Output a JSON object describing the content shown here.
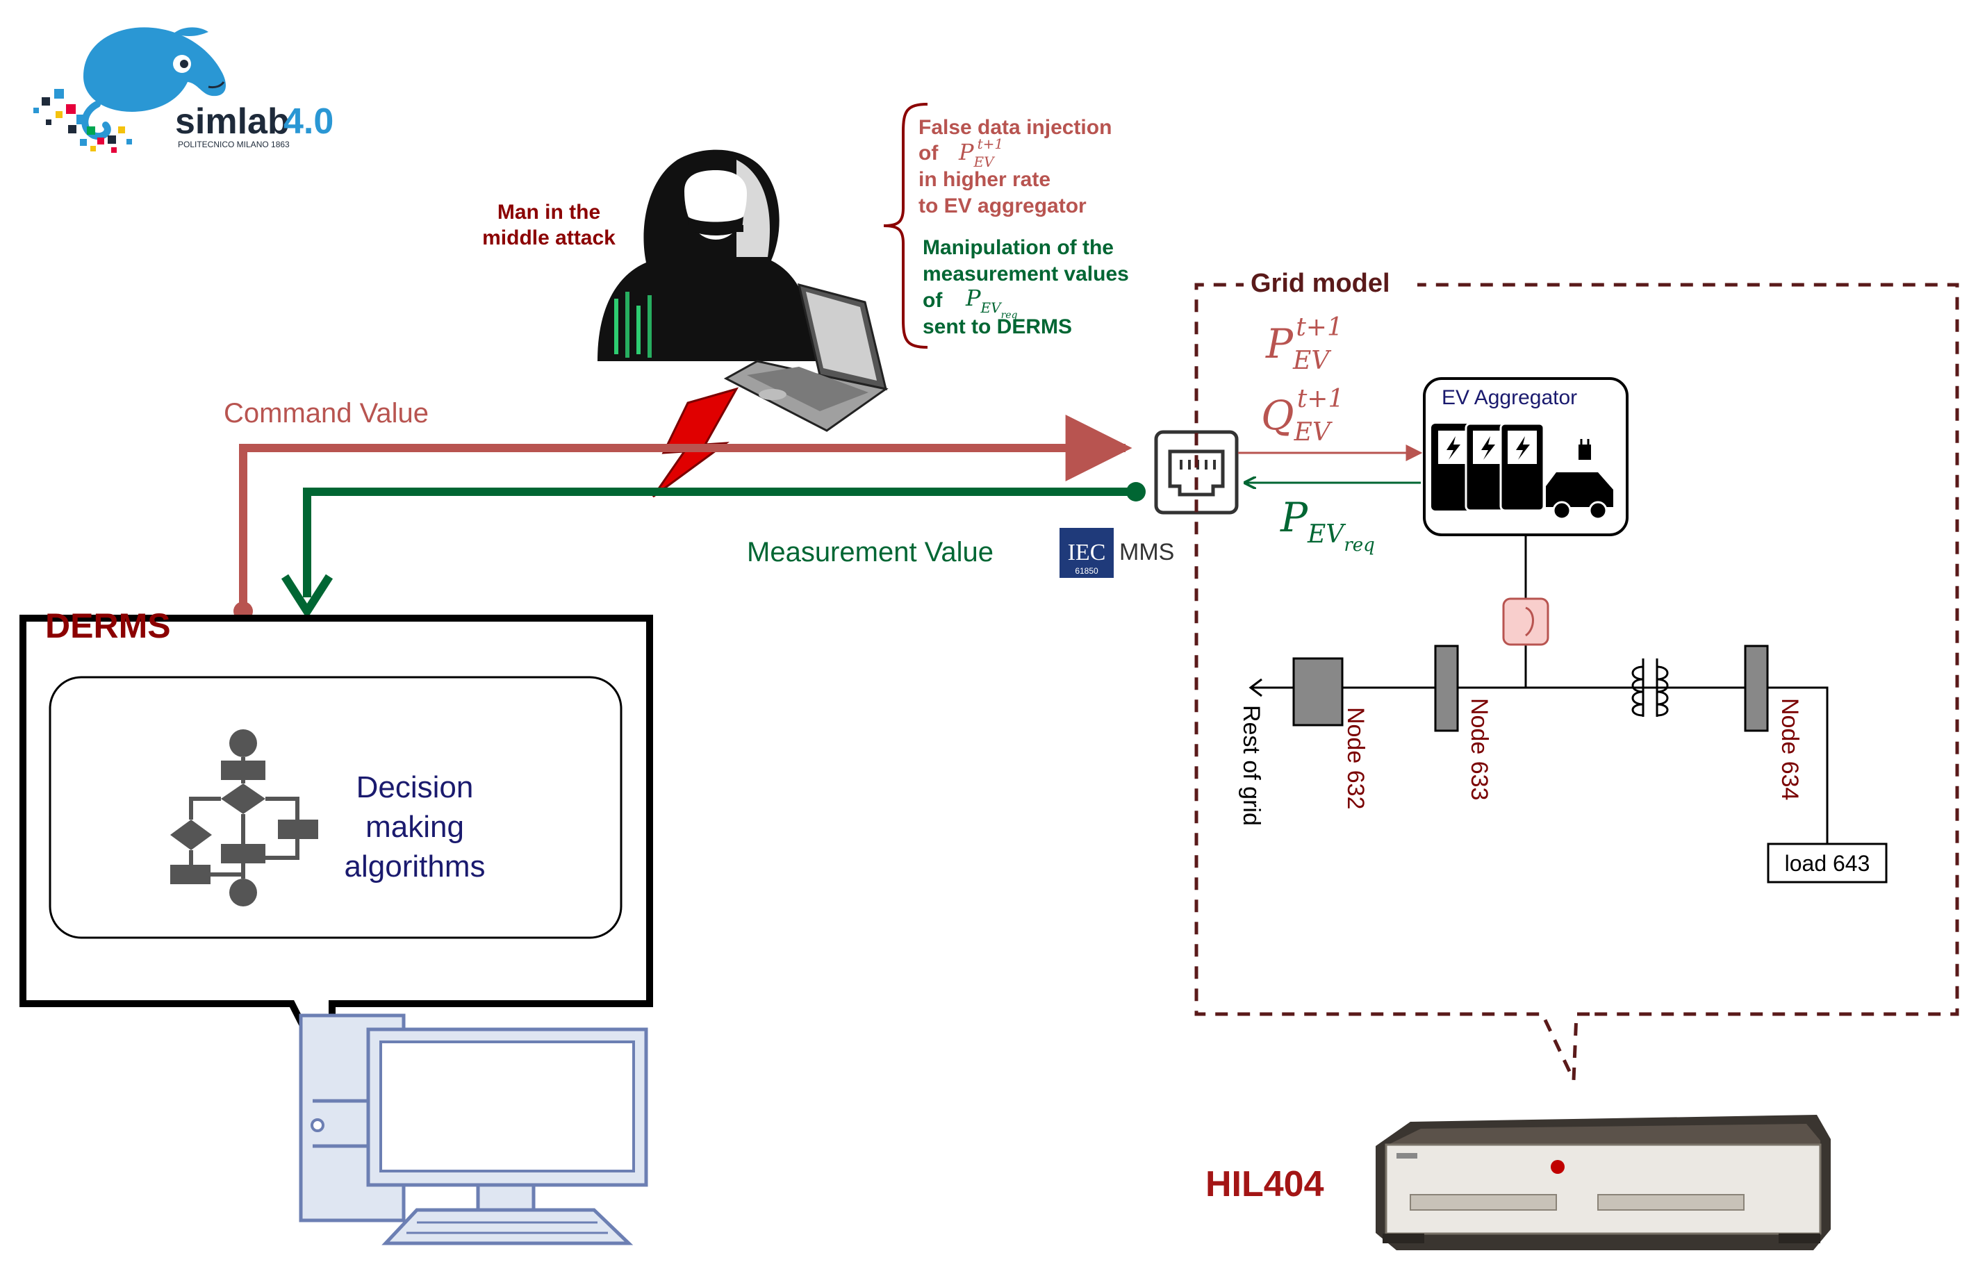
{
  "logo": {
    "name": "simlab",
    "version": "4.0",
    "subtitle": "POLITECNICO MILANO 1863",
    "primary_color": "#2a97d4",
    "dark_color": "#1e2a3a"
  },
  "attack": {
    "title_line1": "Man in the",
    "title_line2": "middle attack",
    "fdi_line1": "False data injection",
    "fdi_line2_prefix": "of",
    "fdi_line3": "in higher rate",
    "fdi_line4": "to EV aggregator",
    "manip_line1": "Manipulation of the",
    "manip_line2": "measurement values",
    "manip_line3_prefix": "of",
    "manip_line4": "sent to DERMS",
    "red_color": "#b85450",
    "green_color": "#006633",
    "title_color": "#8b0000"
  },
  "signals": {
    "command_label": "Command Value",
    "measurement_label": "Measurement Value",
    "protocol_iec": "IEC",
    "protocol_iec_small": "61850",
    "protocol_mms": "MMS",
    "command_color": "#b85450",
    "measurement_color": "#006633"
  },
  "derms": {
    "title": "DERMS",
    "decision_line1": "Decision",
    "decision_line2": "making",
    "decision_line3": "algorithms",
    "title_color": "#8b0000",
    "text_color": "#1a1a6e"
  },
  "grid": {
    "title": "Grid model",
    "ev_aggregator": "EV Aggregator",
    "rest_of_grid": "Rest of grid",
    "nodes": [
      "Node 632",
      "Node 633",
      "Node 634"
    ],
    "load": "load 643",
    "border_color": "#5a1a1a",
    "node_color": "#7a0000",
    "sym_p": "P",
    "sym_q": "Q",
    "sub_ev": "EV",
    "sub_req": "req",
    "sup_t1": "t+1"
  },
  "hil": {
    "title": "HIL404",
    "title_color": "#a31515"
  }
}
